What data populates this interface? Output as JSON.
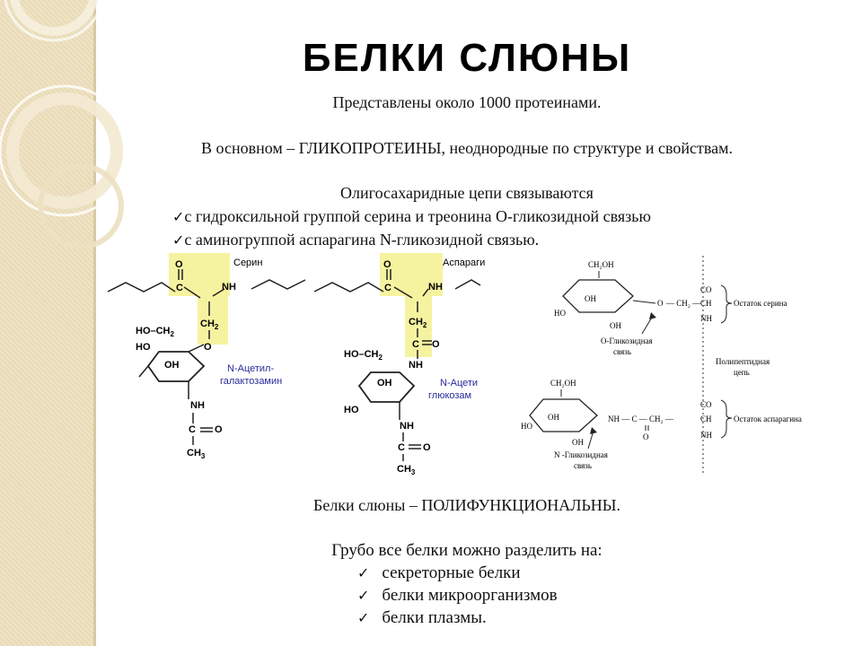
{
  "slide": {
    "title": "БЕЛКИ СЛЮНЫ",
    "line1": "Представлены около 1000 протеинами.",
    "line2": "В основном – ГЛИКОПРОТЕИНЫ, неоднородные по структуре и свойствам.",
    "line3": "Олигосахаридные цепи связываются",
    "bullet1": "с гидроксильной группой серина и треонина О-гликозидной связью",
    "bullet2": "с аминогруппой аспарагина N-гликозидной связью.",
    "line4": "Белки слюны – ПОЛИФУНКЦИОНАЛЬНЫ.",
    "line5": "Грубо все белки можно разделить на:",
    "list": [
      "секреторные белки",
      "белки микроорганизмов",
      "белки плазмы."
    ]
  },
  "figure_left": {
    "serine_label": "Серин",
    "asparagine_label": "Аспарагин",
    "sugar1_label": [
      "N-Ацетил-",
      "галактозамин"
    ],
    "sugar2_label": [
      "N-Ацети",
      "глюкозам"
    ],
    "atoms": {
      "O": "O",
      "C": "C",
      "NH": "NH",
      "CH2": "CH",
      "sub2": "2",
      "HO_CH2": "HO–CH",
      "HO": "HO",
      "OH": "OH",
      "CH3": "CH",
      "sub3": "3",
      "N": "N",
      "H": "H"
    }
  },
  "figure_right": {
    "ch2oh": "CH₂OH",
    "oh": "OH",
    "ho": "HO",
    "o_link": "O",
    "ch2_chain": "— CH₂ —",
    "co": "CO",
    "ch": "CH",
    "nh": "NH",
    "serine_residue": "Остаток серина",
    "o_glyco": [
      "O-Гликозидная",
      "связь"
    ],
    "polypeptide": [
      "Полипептидная",
      "цепь"
    ],
    "nh_chain": "NH — C — CH₂ —",
    "c_o": "O",
    "asparagine_residue": "Остаток аспарагина",
    "n_glyco": [
      "N -Гликозидная",
      "связь"
    ]
  }
}
